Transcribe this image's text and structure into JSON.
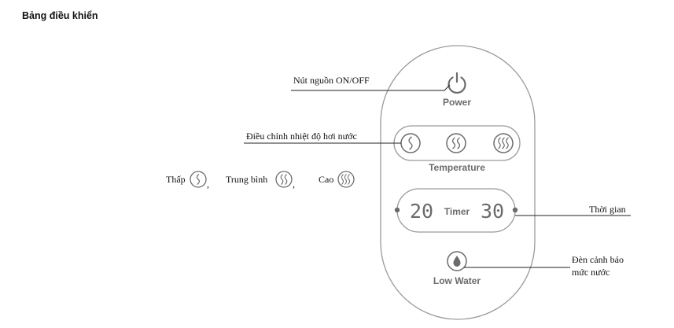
{
  "heading": "Bảng điều khiển",
  "panel": {
    "power_label": "Power",
    "temperature_label": "Temperature",
    "timer_left": "20",
    "timer_label": "Timer",
    "timer_right": "30",
    "low_water_label": "Low Water"
  },
  "callouts": {
    "power": "Nút nguồn ON/OFF",
    "temperature": "Điều chỉnh nhiệt độ hơi nước",
    "timer": "Thời gian",
    "low_water_line1": "Đèn cảnh báo",
    "low_water_line2": "mức nước"
  },
  "levels": {
    "low": "Thấp",
    "medium": "Trung bình",
    "high": "Cao",
    "separator": ","
  },
  "icons": [
    "power-icon",
    "steam-low-icon",
    "steam-medium-icon",
    "steam-high-icon",
    "water-drop-icon"
  ],
  "colors": {
    "panel_stroke": "#9a9a9a",
    "icon": "#6b6b6b",
    "text": "#111111"
  }
}
